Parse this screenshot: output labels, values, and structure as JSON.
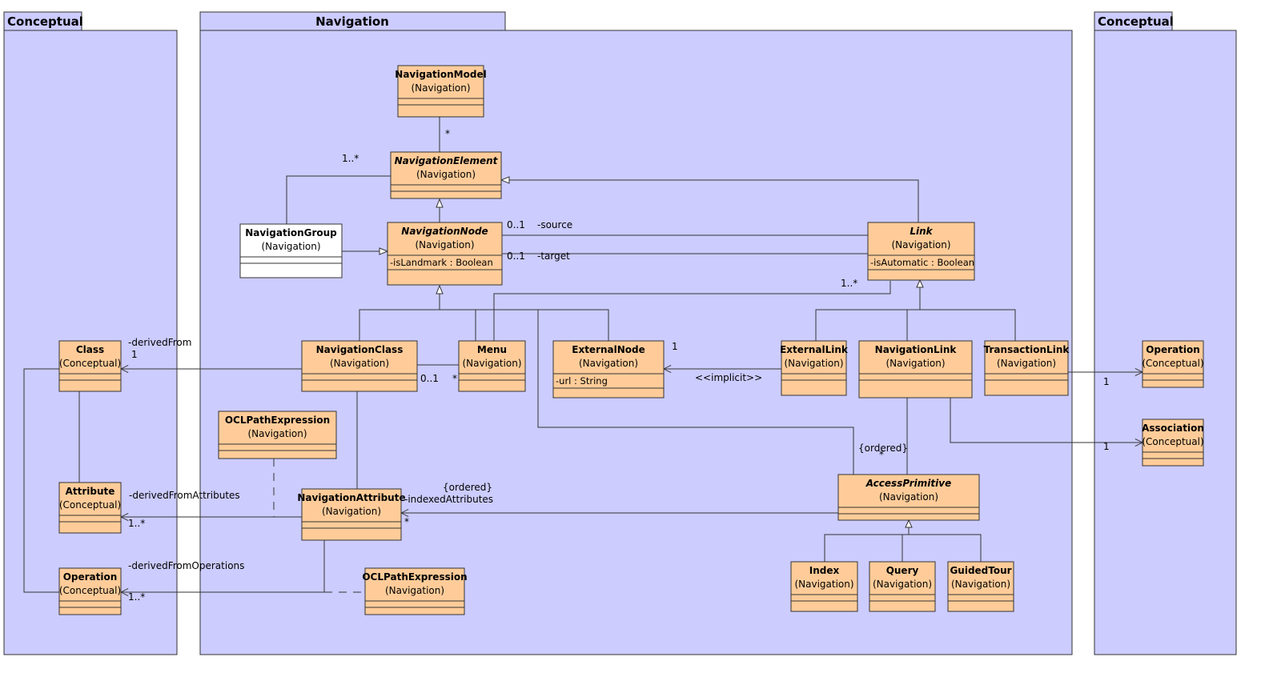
{
  "packages": [
    {
      "id": "conceptual_left",
      "name": "Conceptual"
    },
    {
      "id": "navigation",
      "name": "Navigation"
    },
    {
      "id": "conceptual_right",
      "name": "Conceptual"
    }
  ],
  "classes": {
    "NavigationModel": {
      "name": "NavigationModel",
      "stereotype": "(Navigation)",
      "italic": false,
      "attributes": [],
      "fill": "#ffcc99"
    },
    "NavigationElement": {
      "name": "NavigationElement",
      "stereotype": "(Navigation)",
      "italic": true,
      "attributes": [],
      "fill": "#ffcc99"
    },
    "NavigationGroup": {
      "name": "NavigationGroup",
      "stereotype": "(Navigation)",
      "italic": false,
      "attributes": [],
      "fill": "#ffffff"
    },
    "NavigationNode": {
      "name": "NavigationNode",
      "stereotype": "(Navigation)",
      "italic": true,
      "attributes": [
        "-isLandmark : Boolean"
      ],
      "fill": "#ffcc99"
    },
    "Link": {
      "name": "Link",
      "stereotype": "(Navigation)",
      "italic": true,
      "attributes": [
        "-isAutomatic : Boolean"
      ],
      "fill": "#ffcc99"
    },
    "NavigationClass": {
      "name": "NavigationClass",
      "stereotype": "(Navigation)",
      "italic": false,
      "attributes": [],
      "fill": "#ffcc99"
    },
    "Menu": {
      "name": "Menu",
      "stereotype": "(Navigation)",
      "italic": false,
      "attributes": [],
      "fill": "#ffcc99"
    },
    "ExternalNode": {
      "name": "ExternalNode",
      "stereotype": "(Navigation)",
      "italic": false,
      "attributes": [
        "-url : String"
      ],
      "fill": "#ffcc99"
    },
    "ExternalLink": {
      "name": "ExternalLink",
      "stereotype": "(Navigation)",
      "italic": false,
      "attributes": [],
      "fill": "#ffcc99"
    },
    "NavigationLink": {
      "name": "NavigationLink",
      "stereotype": "(Navigation)",
      "italic": false,
      "attributes": [],
      "fill": "#ffcc99"
    },
    "TransactionLink": {
      "name": "TransactionLink",
      "stereotype": "(Navigation)",
      "italic": false,
      "attributes": [],
      "fill": "#ffcc99"
    },
    "OCLPathExpression1": {
      "name": "OCLPathExpression",
      "stereotype": "(Navigation)",
      "italic": false,
      "attributes": [],
      "fill": "#ffcc99"
    },
    "NavigationAttribute": {
      "name": "NavigationAttribute",
      "stereotype": "(Navigation)",
      "italic": false,
      "attributes": [],
      "fill": "#ffcc99"
    },
    "OCLPathExpression2": {
      "name": "OCLPathExpression",
      "stereotype": "(Navigation)",
      "italic": false,
      "attributes": [],
      "fill": "#ffcc99"
    },
    "AccessPrimitive": {
      "name": "AccessPrimitive",
      "stereotype": "(Navigation)",
      "italic": true,
      "attributes": [],
      "fill": "#ffcc99"
    },
    "Index": {
      "name": "Index",
      "stereotype": "(Navigation)",
      "italic": false,
      "attributes": [],
      "fill": "#ffcc99"
    },
    "Query": {
      "name": "Query",
      "stereotype": "(Navigation)",
      "italic": false,
      "attributes": [],
      "fill": "#ffcc99"
    },
    "GuidedTour": {
      "name": "GuidedTour",
      "stereotype": "(Navigation)",
      "italic": false,
      "attributes": [],
      "fill": "#ffcc99"
    },
    "ClassC": {
      "name": "Class",
      "stereotype": "(Conceptual)",
      "italic": false,
      "attributes": [],
      "fill": "#ffcc99"
    },
    "AttributeC": {
      "name": "Attribute",
      "stereotype": "(Conceptual)",
      "italic": false,
      "attributes": [],
      "fill": "#ffcc99"
    },
    "OperationC": {
      "name": "Operation",
      "stereotype": "(Conceptual)",
      "italic": false,
      "attributes": [],
      "fill": "#ffcc99"
    },
    "OperationR": {
      "name": "Operation",
      "stereotype": "(Conceptual)",
      "italic": false,
      "attributes": [],
      "fill": "#ffcc99"
    },
    "AssociationR": {
      "name": "Association",
      "stereotype": "(Conceptual)",
      "italic": false,
      "attributes": [],
      "fill": "#ffcc99"
    }
  },
  "labels": {
    "model_mult": "*",
    "group_mult": "1..*",
    "source_mult": "0..1",
    "source_role": "-source",
    "target_mult": "0..1",
    "target_role": "-target",
    "link_mult": "1..*",
    "derived_from": "-derivedFrom",
    "derived_from_mult": "1",
    "menu_mult_01": "0..1",
    "menu_mult_star": "*",
    "external_mult": "1",
    "implicit": "<<implicit>>",
    "ordered_access": "{ordered}",
    "access_mult": "*",
    "ordered_attr": "{ordered}",
    "indexed_attr": "-indexedAttributes",
    "indexed_mult": "*",
    "derived_attrs": "-derivedFromAttributes",
    "derived_attrs_mult": "1..*",
    "derived_ops": "-derivedFromOperations",
    "derived_ops_mult": "1..*",
    "trans_op_mult": "1",
    "navlink_assoc_mult": "1"
  },
  "colors": {
    "package_fill": "#ccccff",
    "class_fill": "#ffcc99",
    "line": "#333333"
  }
}
